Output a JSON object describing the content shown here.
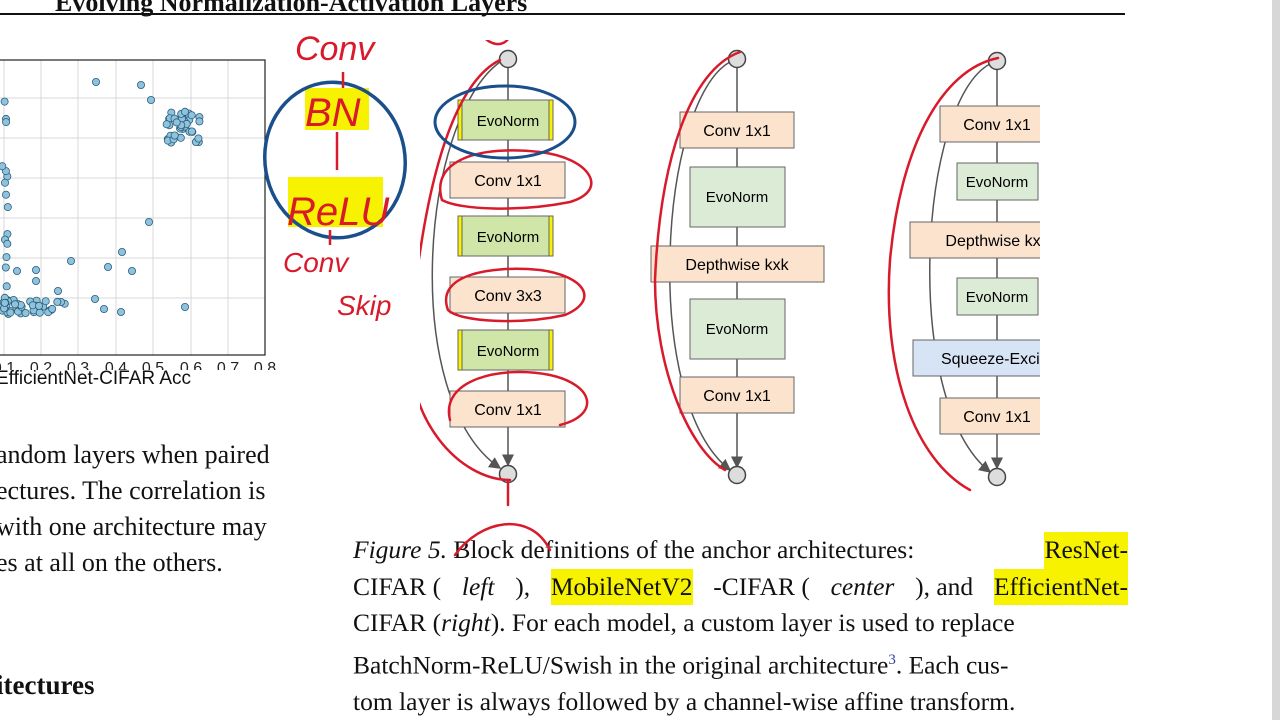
{
  "header": {
    "title": "Evolving Normalization-Activation Layers"
  },
  "scatter": {
    "x_ticks": [
      "0.1",
      "0.2",
      "0.3",
      "0.4",
      "0.5",
      "0.6",
      "0.7",
      "0.8"
    ],
    "x_label": "EfficientNet-CIFAR Acc"
  },
  "body_text": {
    "lines": [
      "andom layers when paired",
      "ectures. The correlation is",
      "with one architecture may",
      "es at all on the others."
    ],
    "section_heading": "itectures"
  },
  "diagram": {
    "left_blocks": [
      "EvoNorm",
      "Conv 1x1",
      "EvoNorm",
      "Conv 3x3",
      "EvoNorm",
      "Conv 1x1"
    ],
    "center_blocks": [
      "Conv 1x1",
      "EvoNorm",
      "Depthwise kxk",
      "EvoNorm",
      "Conv 1x1"
    ],
    "right_blocks": [
      "Conv 1x1",
      "EvoNorm",
      "Depthwise kxk",
      "EvoNorm",
      "Squeeze-Excite",
      "Conv 1x1"
    ]
  },
  "annotations": {
    "conv_top": "Conv",
    "bn": "BN",
    "relu": "ReLU",
    "conv_mid": "Conv",
    "skip": "Skip"
  },
  "caption": {
    "fig_label": "Figure 5.",
    "l1_a": "Block definitions of the anchor architectures:",
    "l1_hl": "ResNet-",
    "l2_a": "CIFAR (",
    "l2_left": "left",
    "l2_b": "),",
    "l2_hl": "MobileNetV2",
    "l2_c": "-CIFAR (",
    "l2_center": "center",
    "l2_d": "), and",
    "l2_hl2": "EfficientNet-",
    "l3_a": "CIFAR (",
    "l3_right": "right",
    "l3_b": "). For each model, a custom layer is used to replace",
    "l4_a": "BatchNorm-ReLU/Swish in the original architecture",
    "l4_sup": "3",
    "l4_b": ". Each cus-",
    "l5": "tom layer is always followed by a channel-wise affine transform."
  },
  "colors": {
    "highlight": "#f6f200",
    "conv_fill": "#fbe3cd",
    "evonorm_fill": "#dcebd6",
    "se_fill": "#d6e4f5",
    "pen_red": "#d81a2b",
    "pen_blue": "#1b4f8c",
    "point_fill": "#8fc3dd"
  }
}
